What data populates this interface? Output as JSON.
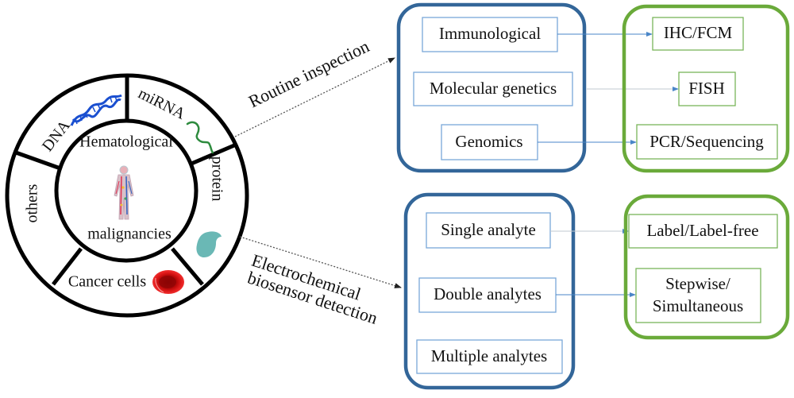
{
  "colors": {
    "ring_stroke": "#000000",
    "blue_group_border": "#336699",
    "blue_item_border": "#7aa8d8",
    "green_group_border": "#6aaa3a",
    "green_item_border": "#7ab55a",
    "arrow_blue": "#4a86c8",
    "arrow_gray": "#c0c8d0",
    "dotted_arrow": "#555555",
    "dna": "#1a4fd0",
    "mirna": "#2e8b3e",
    "protein": "#6ab8b5",
    "cancer_cell": "#d91010"
  },
  "center": {
    "line1": "Hematological",
    "line2": "malignancies",
    "icon": "human-body-icon"
  },
  "ring_segments": [
    {
      "label": "DNA",
      "icon": "dna-helix-icon"
    },
    {
      "label": "miRNA",
      "icon": "mirna-strand-icon"
    },
    {
      "label": "protein",
      "icon": "protein-blob-icon"
    },
    {
      "label": "Cancer cells",
      "icon": "red-blood-cell-icon"
    },
    {
      "label": "others",
      "icon": null
    }
  ],
  "pathways": {
    "routine": {
      "label": "Routine inspection",
      "methods": [
        "Immunological",
        "Molecular genetics",
        "Genomics"
      ],
      "techniques": [
        "IHC/FCM",
        "FISH",
        "PCR/Sequencing"
      ]
    },
    "electrochemical": {
      "label_line1": "Electrochemical",
      "label_line2": "biosensor detection",
      "methods": [
        "Single analyte",
        "Double analytes",
        "Multiple analytes"
      ],
      "techniques": [
        "Label/Label-free",
        "Stepwise/",
        "Simultaneous"
      ]
    }
  }
}
